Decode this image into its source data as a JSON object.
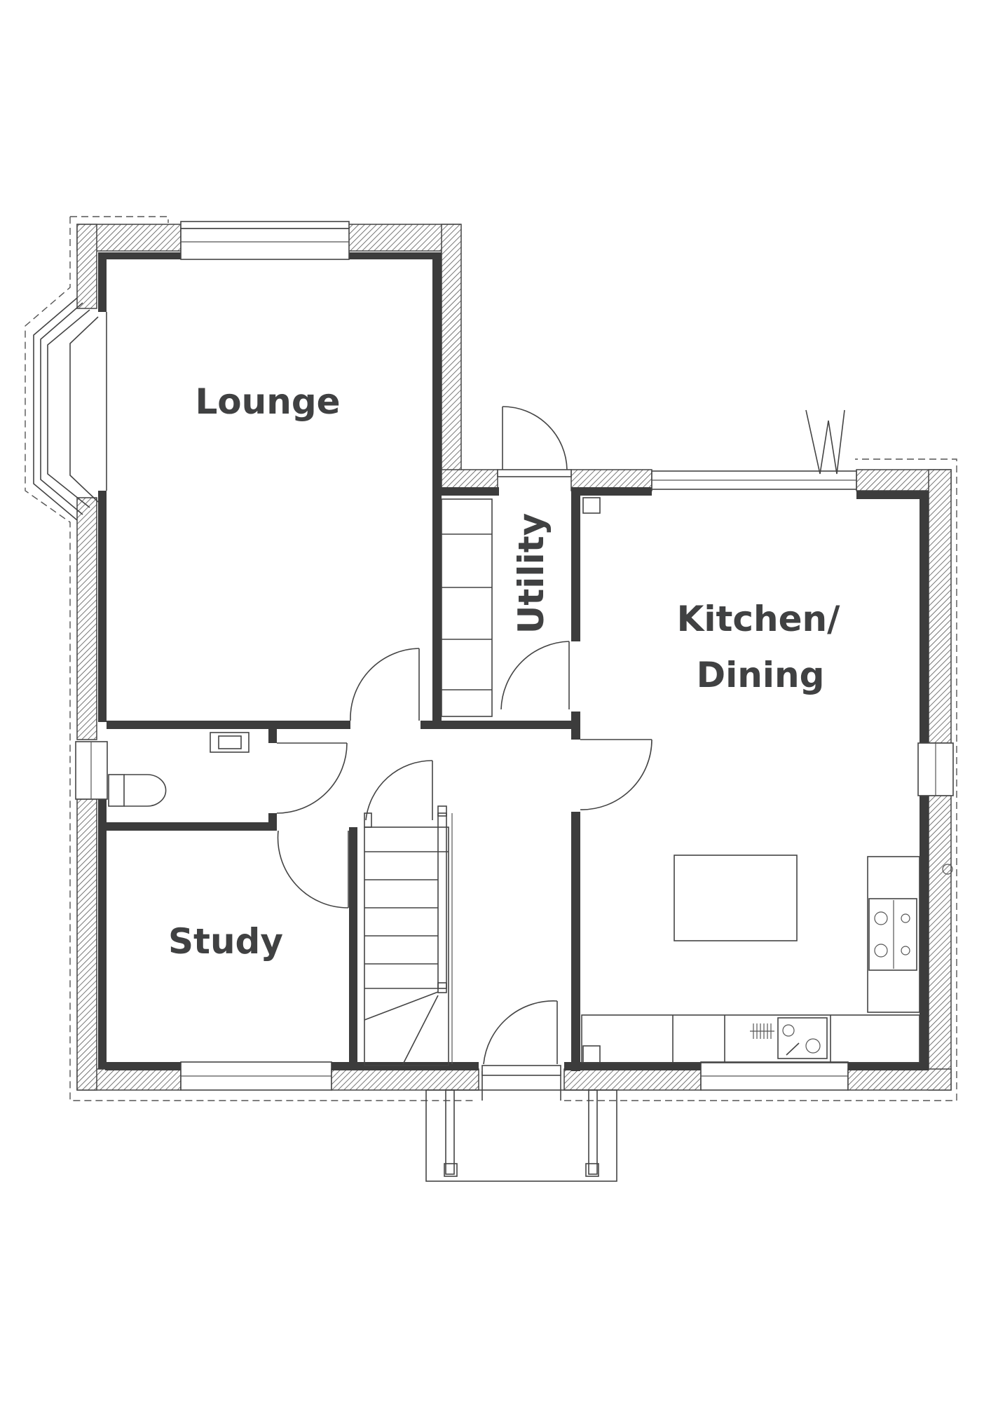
{
  "rooms": {
    "lounge": "Lounge",
    "utility": "Utility",
    "kitchen_line1": "Kitchen/",
    "kitchen_line2": "Dining",
    "study": "Study"
  },
  "colors": {
    "wall": "#3c3c3c",
    "label": "#404142",
    "line": "#444444",
    "background": "#ffffff"
  }
}
